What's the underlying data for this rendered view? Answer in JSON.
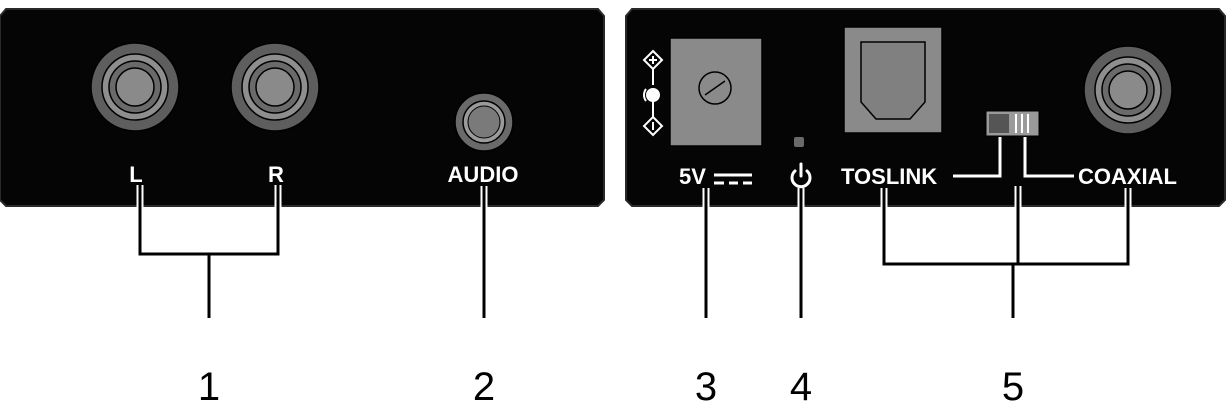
{
  "left_panel": {
    "label_l": "L",
    "label_r": "R",
    "label_audio": "AUDIO"
  },
  "right_panel": {
    "label_power": "5V",
    "label_toslink": "TOSLINK",
    "label_coaxial": "COAXIAL"
  },
  "callouts": [
    "1",
    "2",
    "3",
    "4",
    "5"
  ],
  "colors": {
    "panel": "#050505",
    "panel_edge": "#2a2a2a",
    "connector_dark": "#5e5e5e",
    "connector_light": "#a8a8a8",
    "toslink": "#8a8a8a"
  },
  "icons": {
    "power_symbol": "power-icon",
    "polarity": "dc-polarity-icon",
    "dc": "dc-symbol-icon"
  }
}
